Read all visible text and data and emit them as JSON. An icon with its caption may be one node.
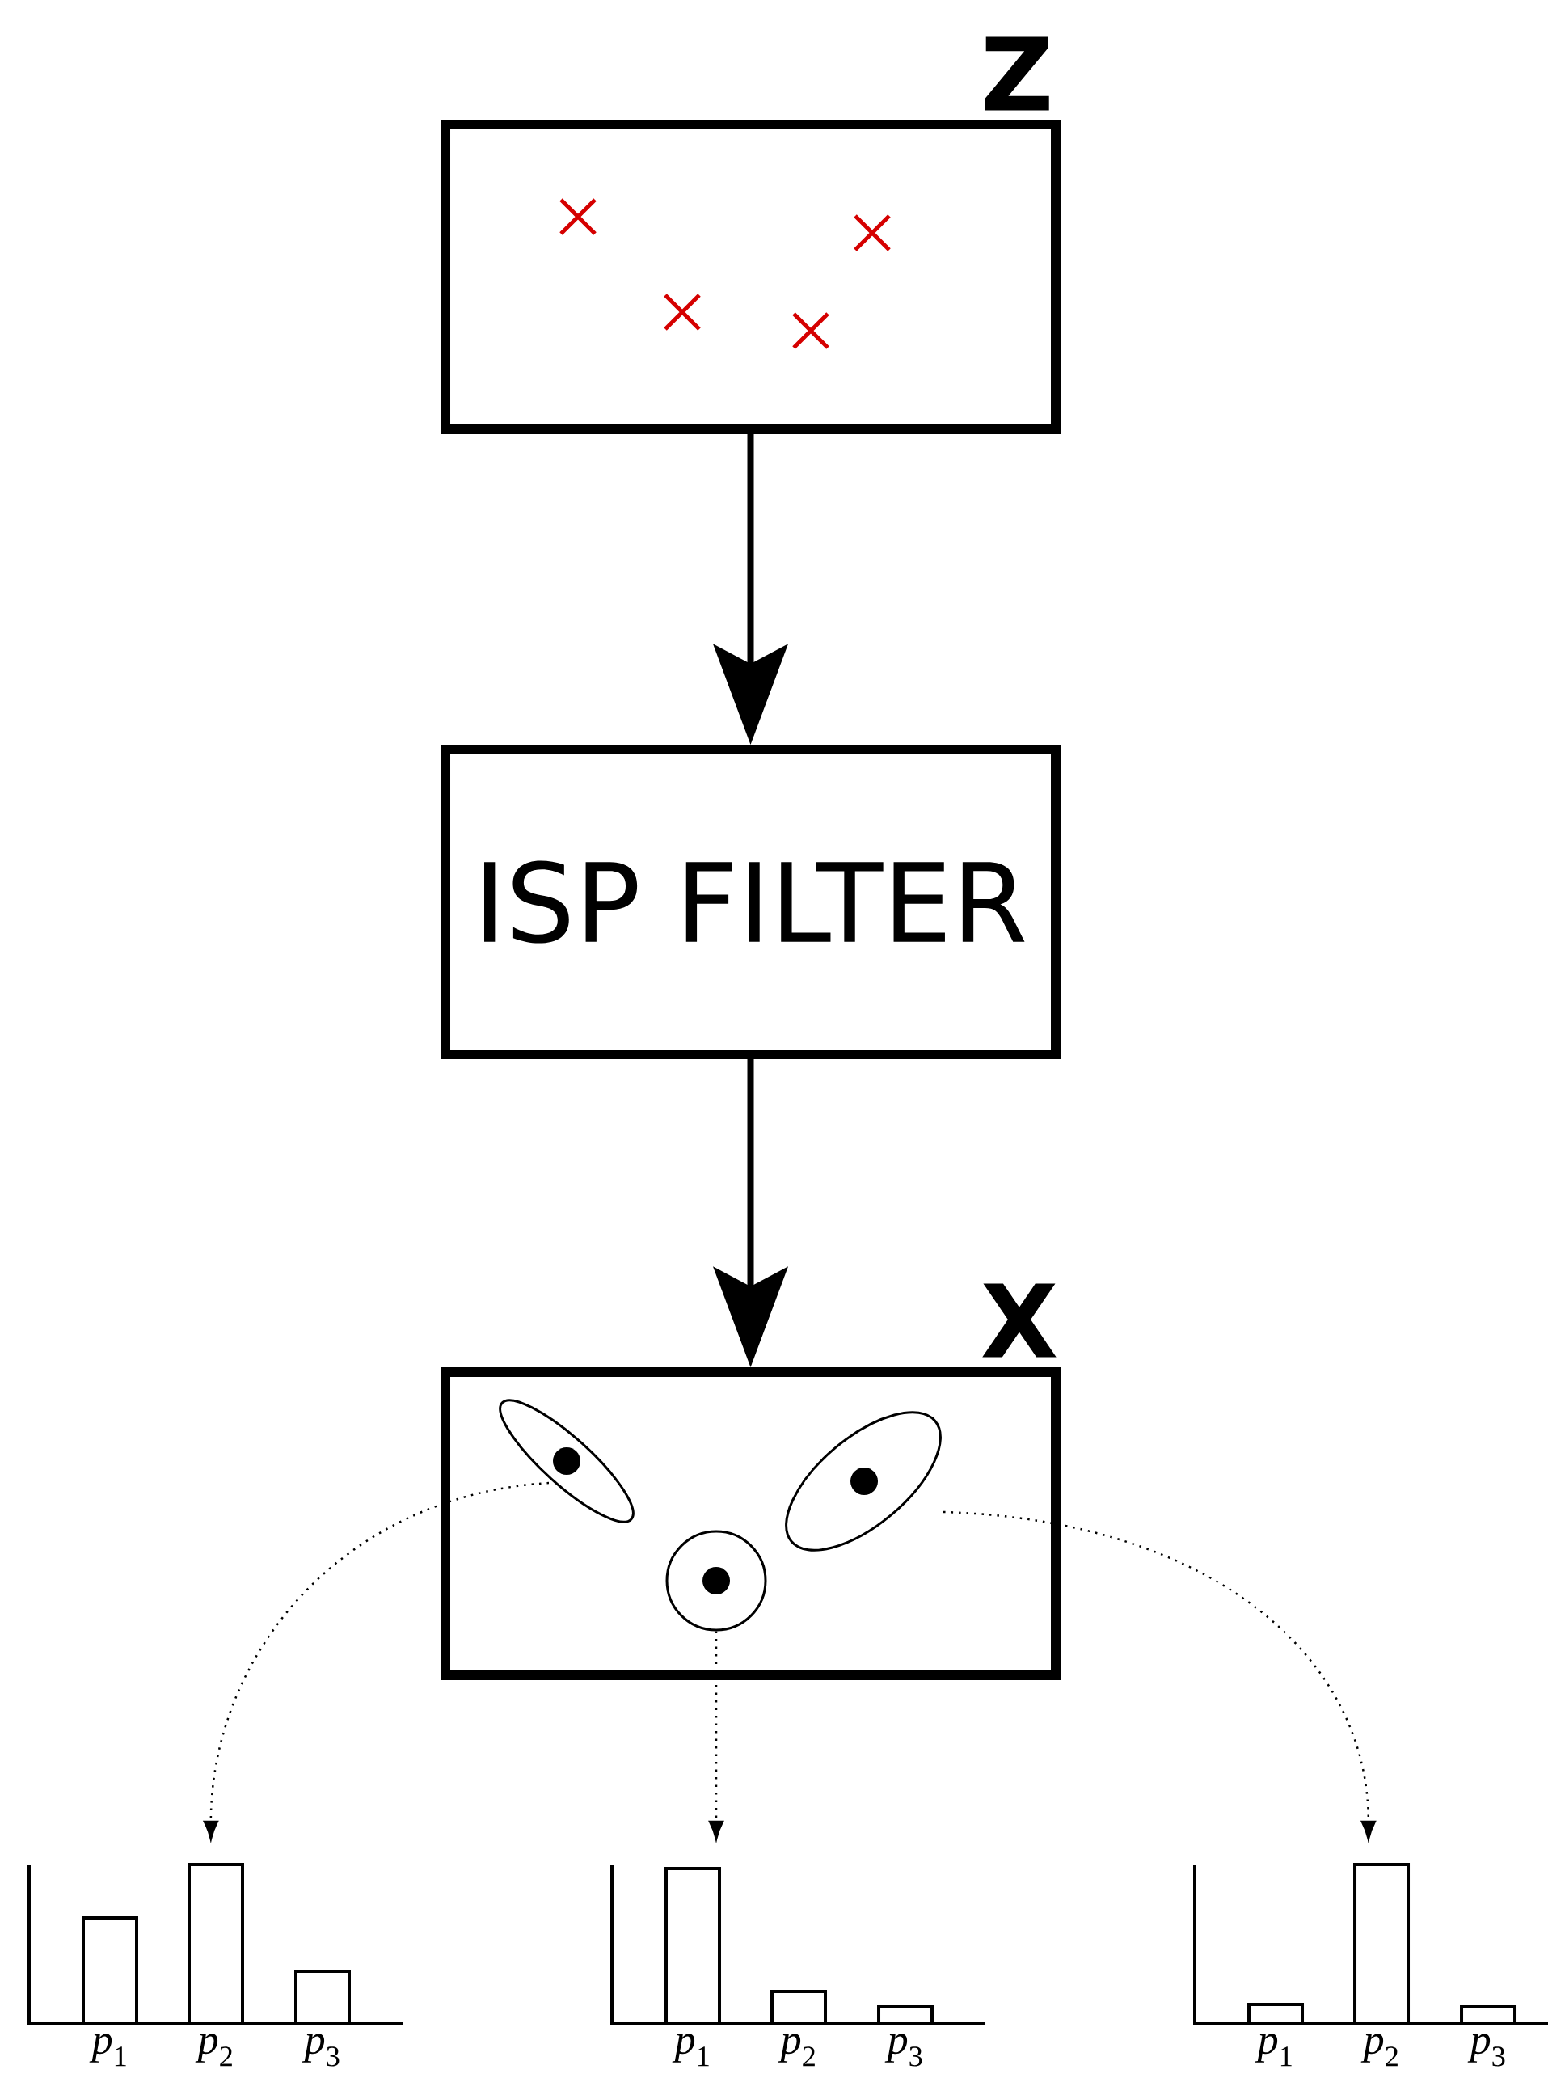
{
  "diagram": {
    "nodes": [
      {
        "text": [
          "Z"
        ]
      },
      {
        "text": [
          "ISP FILTER"
        ]
      },
      {
        "text": [
          "X"
        ]
      },
      {
        "text": [],
        "shape": "ellipse",
        "in": 2
      },
      {
        "text": [],
        "shape": "circle",
        "in": 2
      },
      {
        "text": [],
        "shape": "ellipse",
        "in": 2
      },
      {
        "text": [
          "*p*$_{1}$",
          "*p*$_{2}$",
          "*p*$_{3}$"
        ]
      },
      {
        "text": [
          "*p*$_{1}$",
          "*p*$_{2}$",
          "*p*$_{3}$"
        ]
      },
      {
        "text": [
          "*p*$_{1}$",
          "*p*$_{2}$",
          "*p*$_{3}$"
        ]
      }
    ],
    "edges": [
      {
        "from": 0,
        "to": 1,
        "arrow": "to",
        "style": "thick"
      },
      {
        "from": 1,
        "to": 2,
        "arrow": "to",
        "style": "thick"
      },
      {
        "from": 3,
        "to": 6,
        "arrow": "to",
        "style": "dashed"
      },
      {
        "from": 4,
        "to": 7,
        "arrow": "to",
        "style": "dashed"
      },
      {
        "from": 5,
        "to": 8,
        "arrow": "to",
        "style": "dashed"
      }
    ]
  }
}
